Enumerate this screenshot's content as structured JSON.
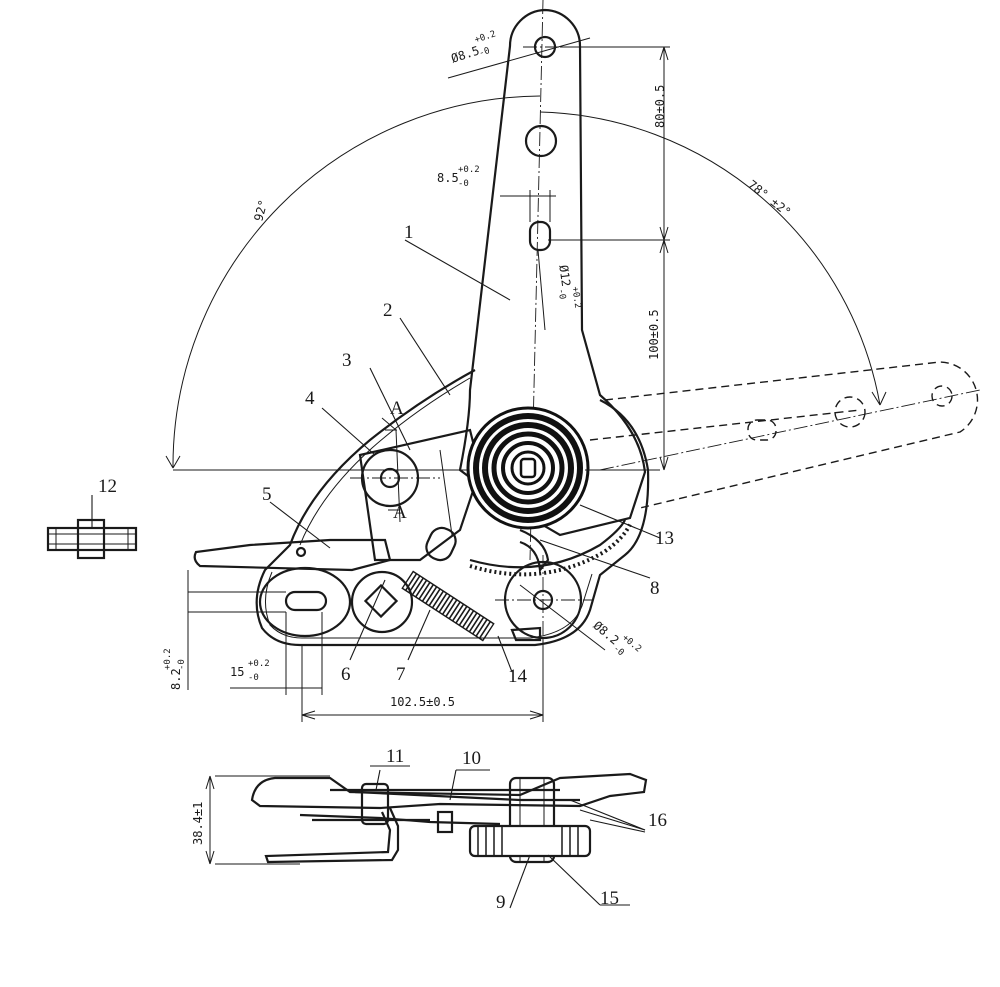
{
  "colors": {
    "ink": "#1a1a1a",
    "background": "#ffffff",
    "spring": "#111111"
  },
  "parts": {
    "p1": "1",
    "p2": "2",
    "p3": "3",
    "p4": "4",
    "p5": "5",
    "p6": "6",
    "p7": "7",
    "p8": "8",
    "p9": "9",
    "p10": "10",
    "p11": "11",
    "p12": "12",
    "p13": "13",
    "p14": "14",
    "p15": "15",
    "p16": "16"
  },
  "section_marks": {
    "top": "A",
    "bottom": "A"
  },
  "dimensions": {
    "hole_top": {
      "value": "Ø8.5",
      "tol_plus": "+0.2",
      "tol_minus": "-0"
    },
    "slot_width": {
      "value": "8.5",
      "tol_plus": "+0.2",
      "tol_minus": "-0"
    },
    "pin_dia": {
      "value": "Ø12",
      "tol_plus": "+0.2",
      "tol_minus": "-0"
    },
    "dist_80": "80±0.5",
    "dist_100": "100±0.5",
    "angle_92": "92°",
    "angle_78": "78° ±2°",
    "hole_right": {
      "value": "Ø8.2",
      "tol_plus": "+0.2",
      "tol_minus": "-0"
    },
    "slot_left_h": {
      "value": "8.2",
      "tol_plus": "+0.2",
      "tol_minus": "-0"
    },
    "slot_left_w": {
      "value": "15",
      "tol_plus": "+0.2",
      "tol_minus": "-0"
    },
    "base_len": "102.5±0.5",
    "side_height": "38.4±1"
  }
}
